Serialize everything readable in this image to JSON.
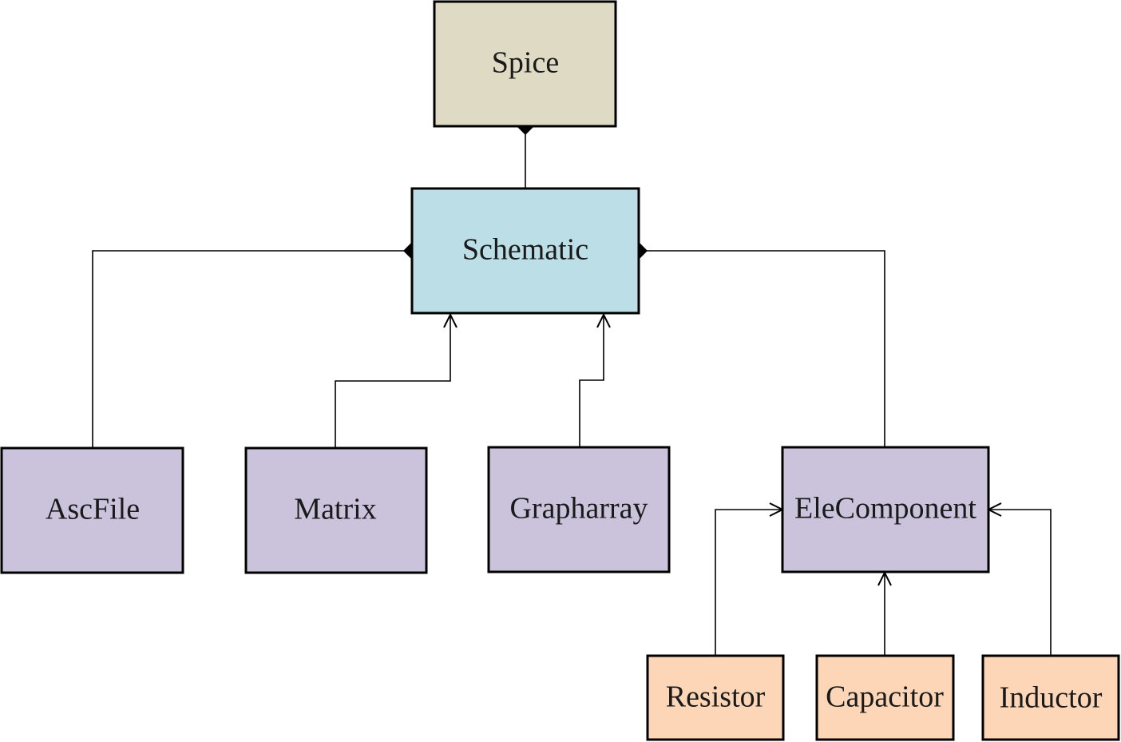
{
  "colors": {
    "root": "#dedac4",
    "core": "#bcdee6",
    "module": "#cbc3dc",
    "component": "#fcd6b6"
  },
  "nodes": {
    "spice": {
      "label": "Spice"
    },
    "schematic": {
      "label": "Schematic"
    },
    "ascfile": {
      "label": "AscFile"
    },
    "matrix": {
      "label": "Matrix"
    },
    "grapharray": {
      "label": "Grapharray"
    },
    "elecomponent": {
      "label": "EleComponent"
    },
    "resistor": {
      "label": "Resistor"
    },
    "capacitor": {
      "label": "Capacitor"
    },
    "inductor": {
      "label": "Inductor"
    }
  },
  "relationships": [
    {
      "from": "spice",
      "to": "schematic",
      "type": "composition"
    },
    {
      "from": "schematic",
      "to": "ascfile",
      "type": "composition"
    },
    {
      "from": "schematic",
      "to": "elecomponent",
      "type": "composition"
    },
    {
      "from": "matrix",
      "to": "schematic",
      "type": "association"
    },
    {
      "from": "grapharray",
      "to": "schematic",
      "type": "association"
    },
    {
      "from": "resistor",
      "to": "elecomponent",
      "type": "association"
    },
    {
      "from": "capacitor",
      "to": "elecomponent",
      "type": "association"
    },
    {
      "from": "inductor",
      "to": "elecomponent",
      "type": "association"
    }
  ]
}
